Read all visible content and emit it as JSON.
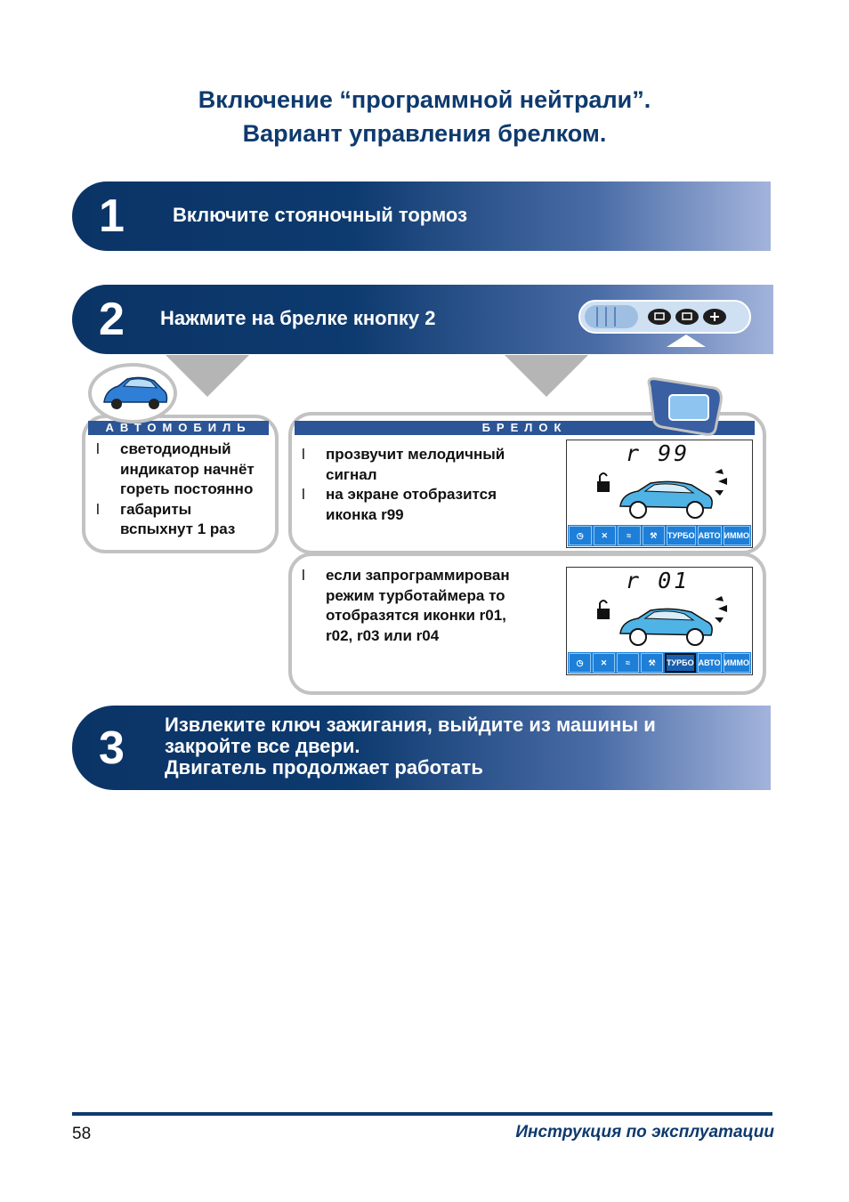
{
  "title": {
    "line1": "Включение “программной нейтрали”.",
    "line2": "Вариант управления брелком."
  },
  "steps": [
    {
      "num": "1",
      "text": "Включите стояночный тормоз"
    },
    {
      "num": "2",
      "text": "Нажмите на брелке кнопку 2"
    },
    {
      "num": "3",
      "lines": [
        "Извлеките ключ зажигания, выйдите из машины и",
        "закройте все двери.",
        "Двигатель продолжает работать"
      ]
    }
  ],
  "car_panel": {
    "header": "АВТОМОБИЛЬ",
    "marker": "l",
    "items": [
      [
        "светодиодный",
        "индикатор начнёт",
        "гореть постоянно"
      ],
      [
        "габариты",
        "вспыхнут 1 раз"
      ]
    ]
  },
  "remote_panel": {
    "header": "БРЕЛОК",
    "marker": "l",
    "items": [
      [
        "прозвучит мелодичный",
        "сигнал"
      ],
      [
        "на экране отобразится",
        "иконка r99"
      ]
    ],
    "lcd_code": "r 99"
  },
  "remote_panel_2": {
    "marker": "l",
    "items": [
      [
        "если запрограммирован",
        "режим турботаймера то",
        "отобразятся иконки r01,",
        "r02, r03 или r04"
      ]
    ],
    "lcd_code": "r 01"
  },
  "lcd_icons": [
    "clock-icon",
    "fan-icon",
    "heater-icon",
    "wrench-icon",
    "ТУРБО",
    "АВТО",
    "ИММО"
  ],
  "footer": {
    "page": "58",
    "text": "Инструкция по эксплуатации"
  },
  "colors": {
    "primary": "#0e3a6e",
    "band_light": "#a3b4dc",
    "panel_border": "#c2c2c2",
    "lcd_blue": "#1e7fd8"
  }
}
